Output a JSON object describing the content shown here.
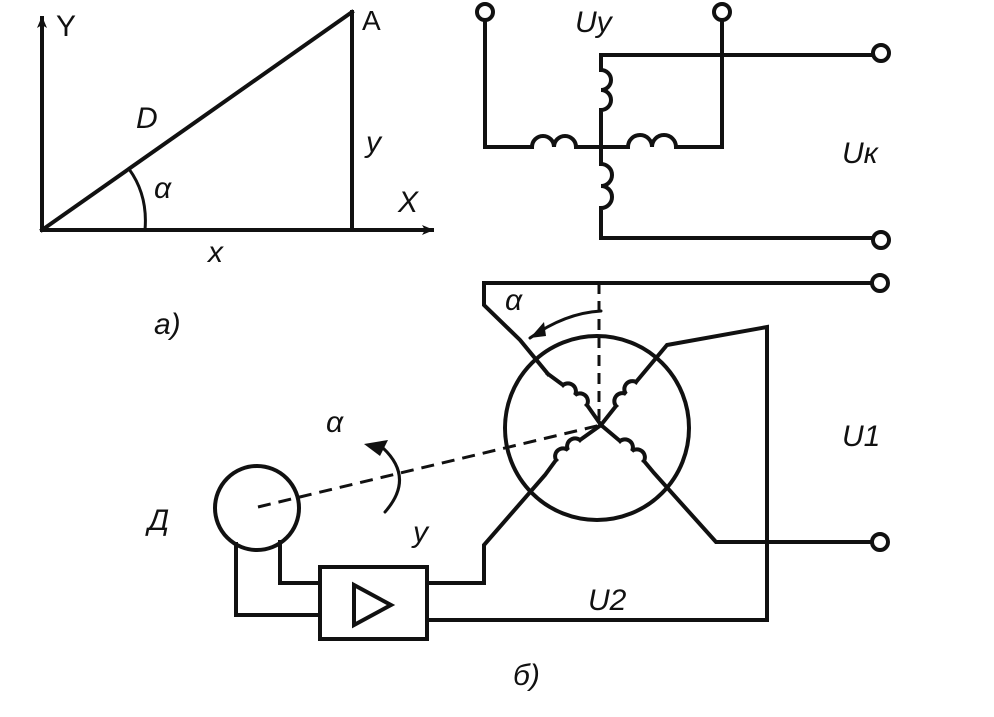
{
  "figure_a": {
    "axis_y_label": "Y",
    "axis_x_label": "X",
    "point_label": "A",
    "hypotenuse_label": "D",
    "vertical_leg_label": "y",
    "horizontal_leg_label": "x",
    "angle_label": "α",
    "caption": "a)"
  },
  "figure_top": {
    "excitation_label": "Uy",
    "output_label": "Uк"
  },
  "figure_b": {
    "rotor_angle_label": "α",
    "servo_angle_label": "α",
    "motor_label": "Д",
    "amplifier_label": "у",
    "output1_label": "U1",
    "output2_label": "U2",
    "caption": "б)"
  },
  "colors": {
    "ink": "#111111",
    "paper": "#ffffff"
  }
}
